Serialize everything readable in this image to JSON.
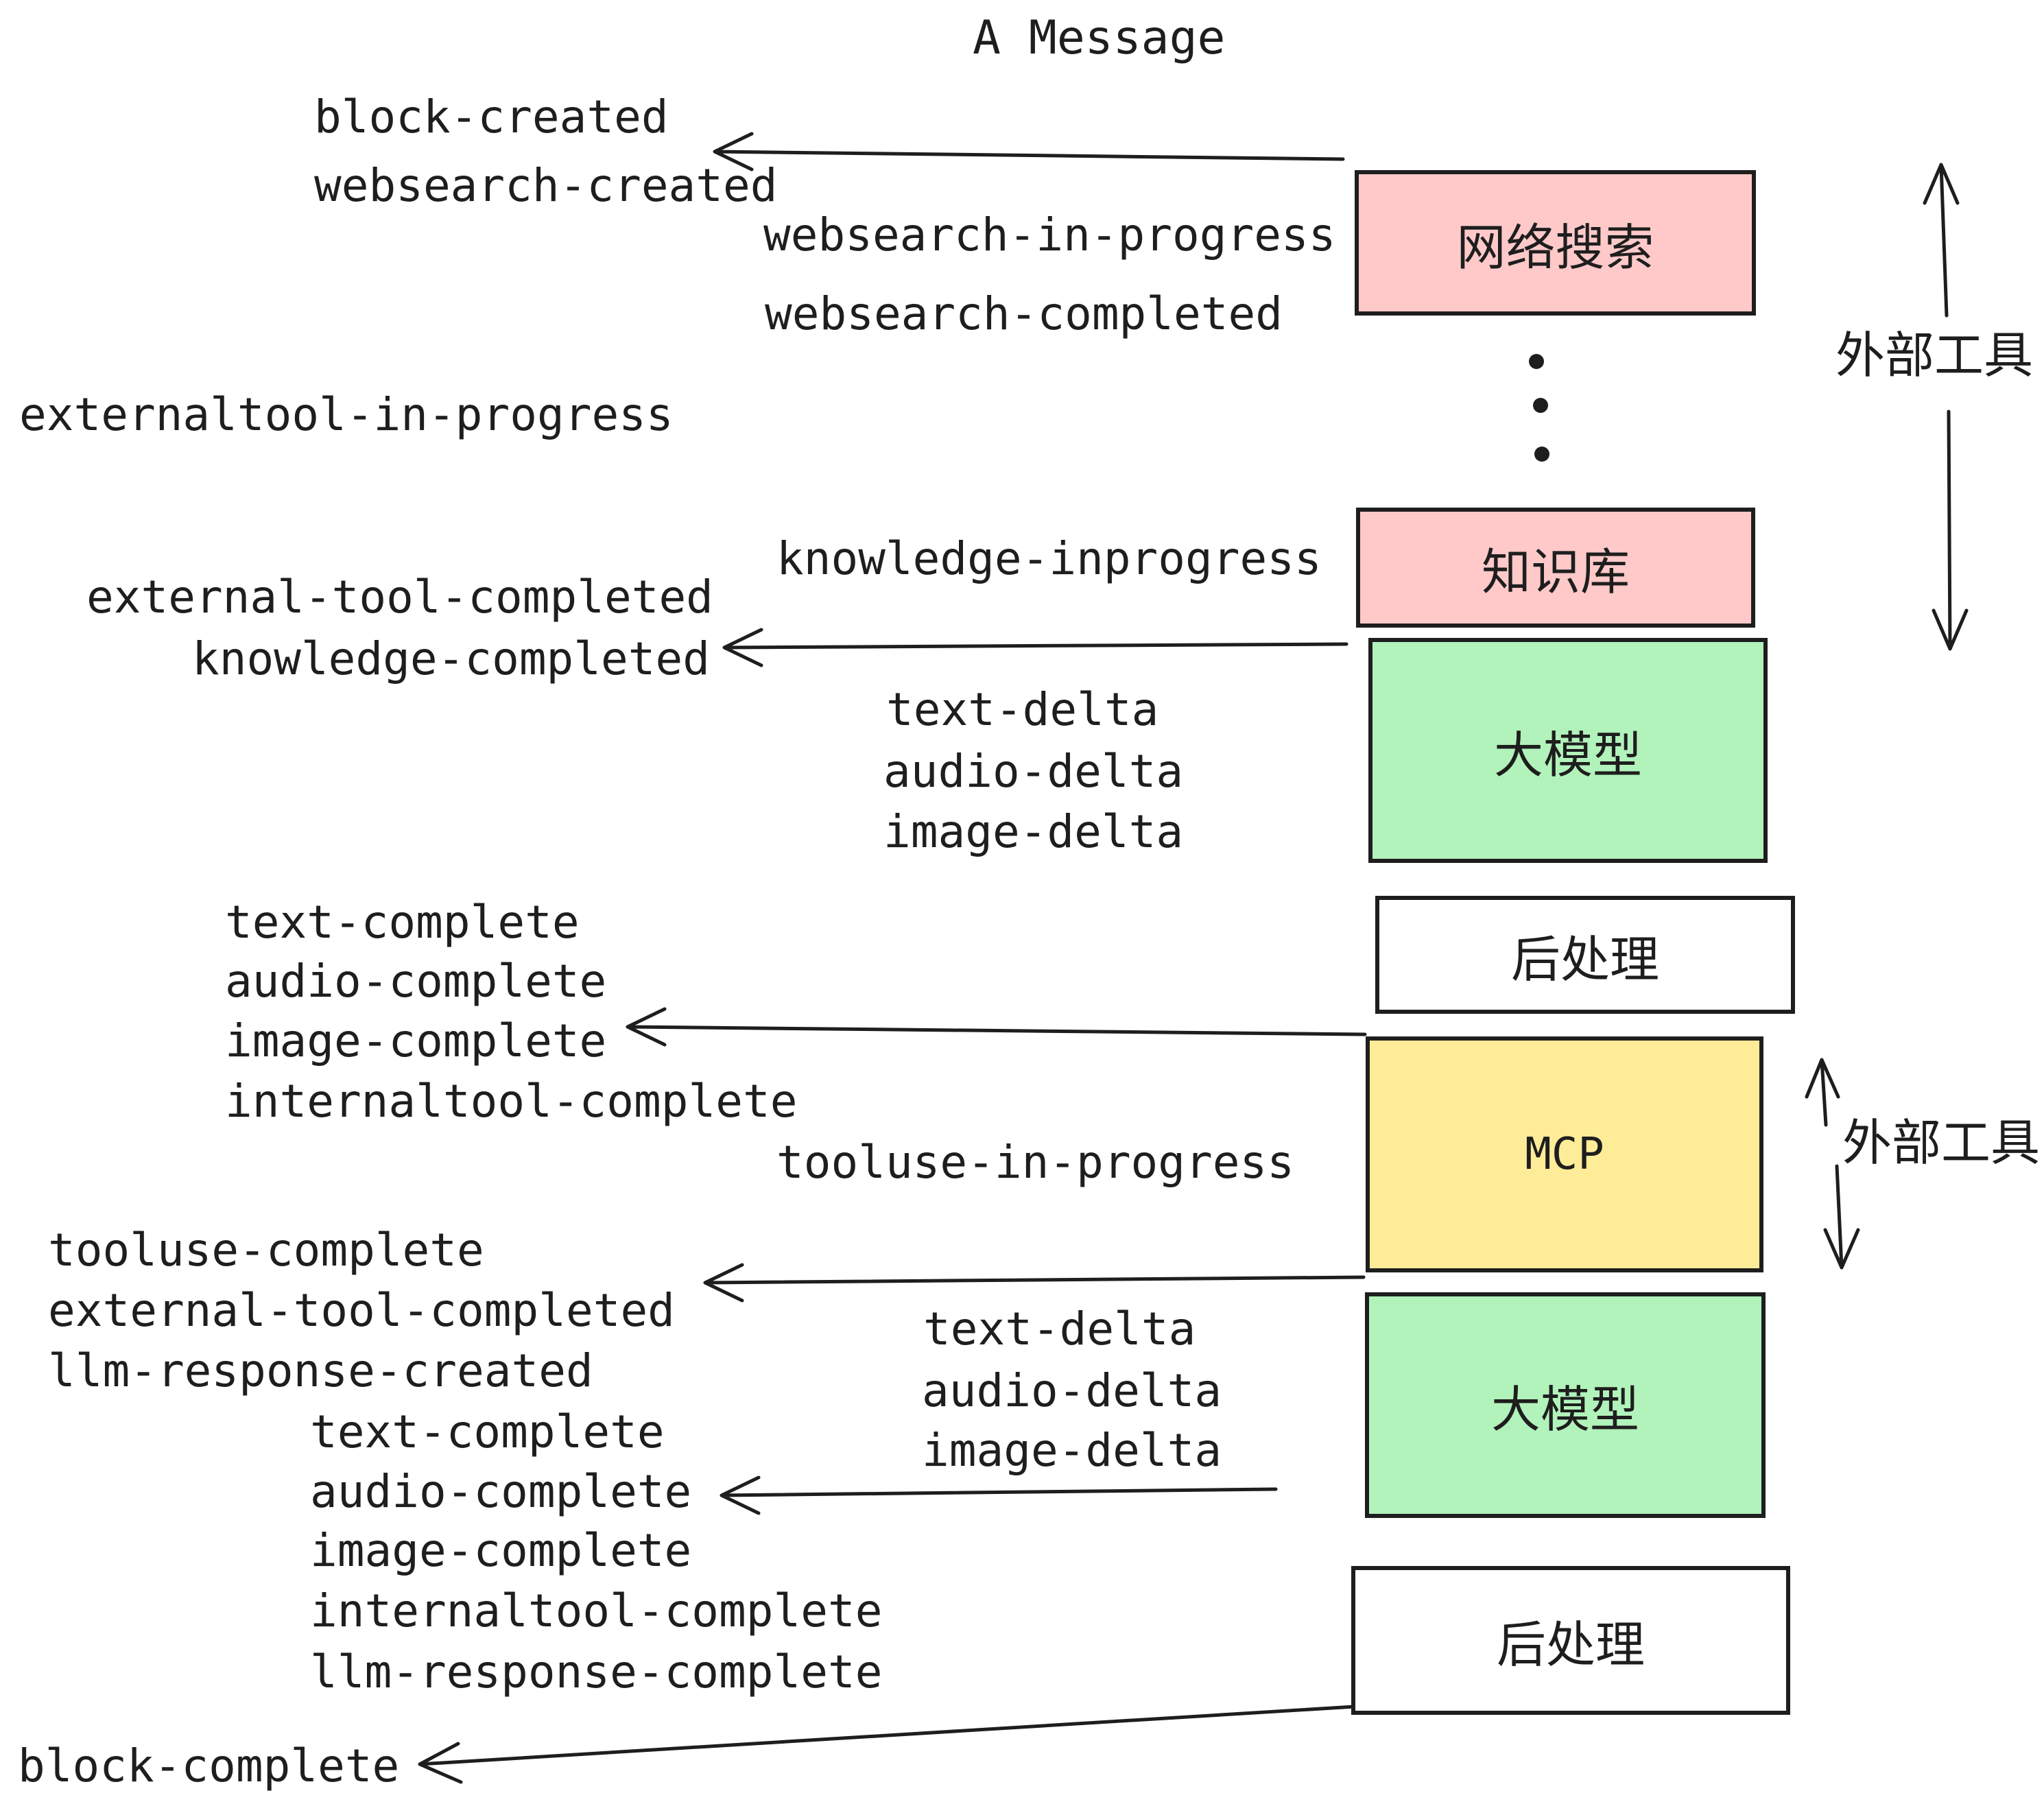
{
  "title": "A Message",
  "colors": {
    "pink": "#ffc9c9",
    "green": "#b2f2bb",
    "yellow": "#ffec99",
    "white": "#ffffff",
    "stroke": "#1e1e1e"
  },
  "boxes": {
    "websearch": {
      "label": "网络搜索"
    },
    "knowledge": {
      "label": "知识库"
    },
    "llm": {
      "label": "大模型"
    },
    "post": {
      "label": "后处理"
    },
    "mcp": {
      "label": "MCP"
    }
  },
  "side": {
    "external_tools": "外部工具"
  },
  "events": {
    "block_created": "block-created",
    "websearch_created": "websearch-created",
    "websearch_in_progress": "websearch-in-progress",
    "websearch_completed": "websearch-completed",
    "externaltool_in_progress": "externaltool-in-progress",
    "knowledge_inprogress": "knowledge-inprogress",
    "external_tool_completed": "external-tool-completed",
    "knowledge_completed": "knowledge-completed",
    "text_delta": "text-delta",
    "audio_delta": "audio-delta",
    "image_delta": "image-delta",
    "text_complete": "text-complete",
    "audio_complete": "audio-complete",
    "image_complete": "image-complete",
    "internaltool_complete": "internaltool-complete",
    "tooluse_in_progress": "tooluse-in-progress",
    "tooluse_complete": "tooluse-complete",
    "llm_response_created": "llm-response-created",
    "llm_response_complete": "llm-response-complete",
    "block_complete": "block-complete"
  },
  "icons": {
    "vertical_ellipsis": "more-items"
  }
}
